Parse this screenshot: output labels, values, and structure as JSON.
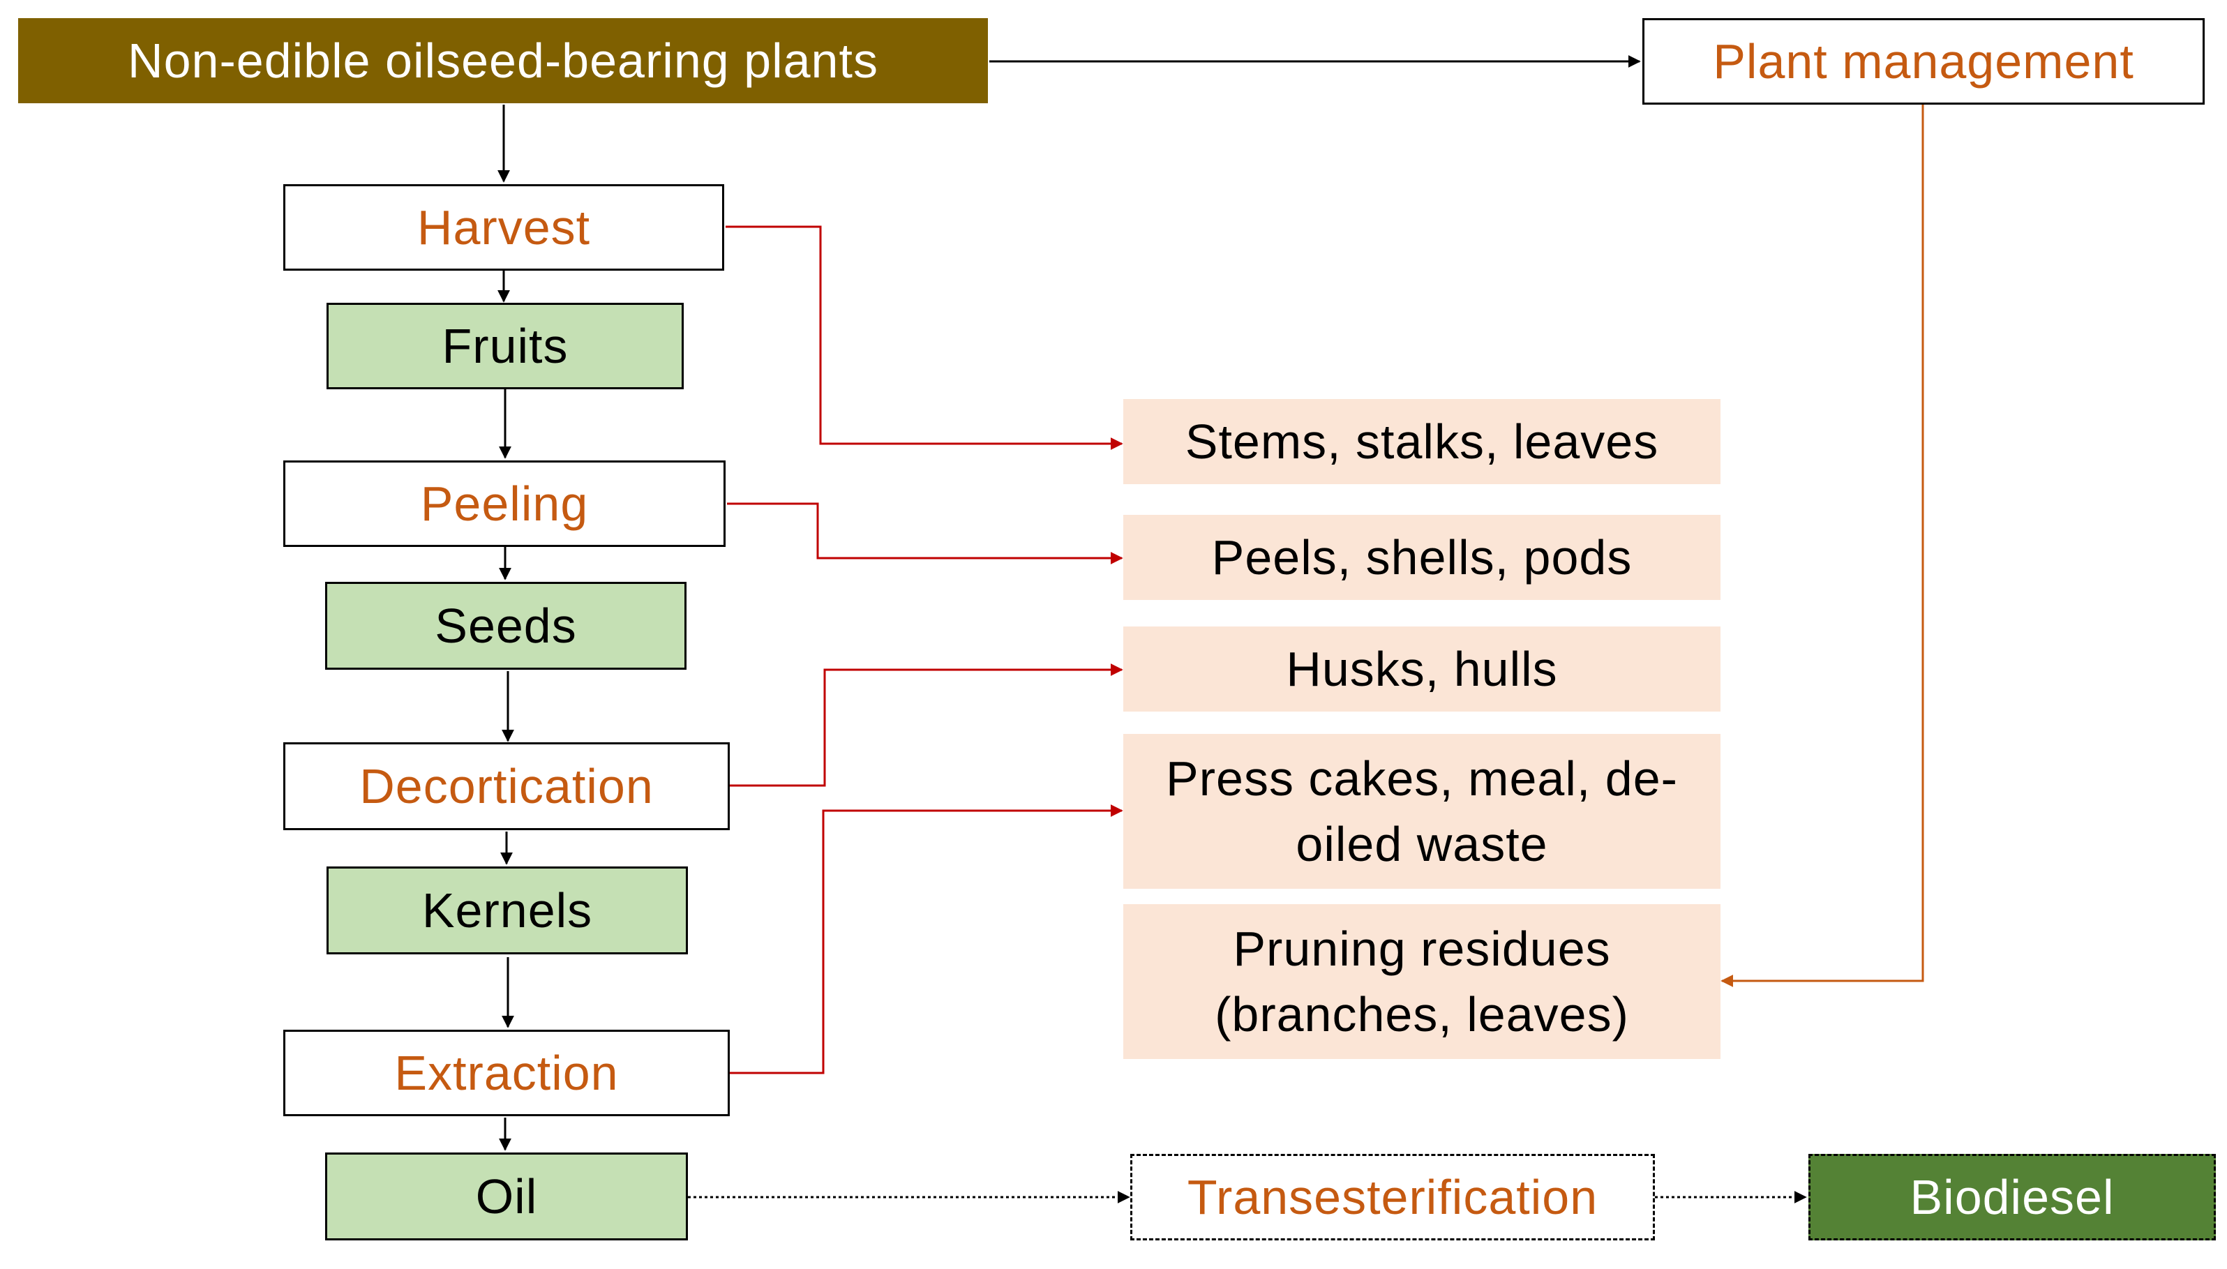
{
  "title_node": "Non-edible oilseed-bearing plants",
  "management": "Plant management",
  "steps": {
    "harvest": "Harvest",
    "peeling": "Peeling",
    "decortication": "Decortication",
    "extraction": "Extraction"
  },
  "products": {
    "fruits": "Fruits",
    "seeds": "Seeds",
    "kernels": "Kernels",
    "oil": "Oil"
  },
  "residues": {
    "stems": "Stems, stalks, leaves",
    "peels": "Peels, shells, pods",
    "husks": "Husks, hulls",
    "press_line1": "Press cakes, meal, de-",
    "press_line2": "oiled waste",
    "pruning_line1": "Pruning residues",
    "pruning_line2": "(branches, leaves)"
  },
  "conversion": {
    "transesterification": "Transesterification",
    "biodiesel": "Biodiesel"
  },
  "colors": {
    "top_fill": "#7F6000",
    "step_text": "#C55A11",
    "product_fill": "#C5E0B4",
    "residue_fill": "#FBE5D6",
    "biodiesel_fill": "#548235",
    "residue_arrow": "#C00000",
    "management_arrow": "#C55A11"
  }
}
